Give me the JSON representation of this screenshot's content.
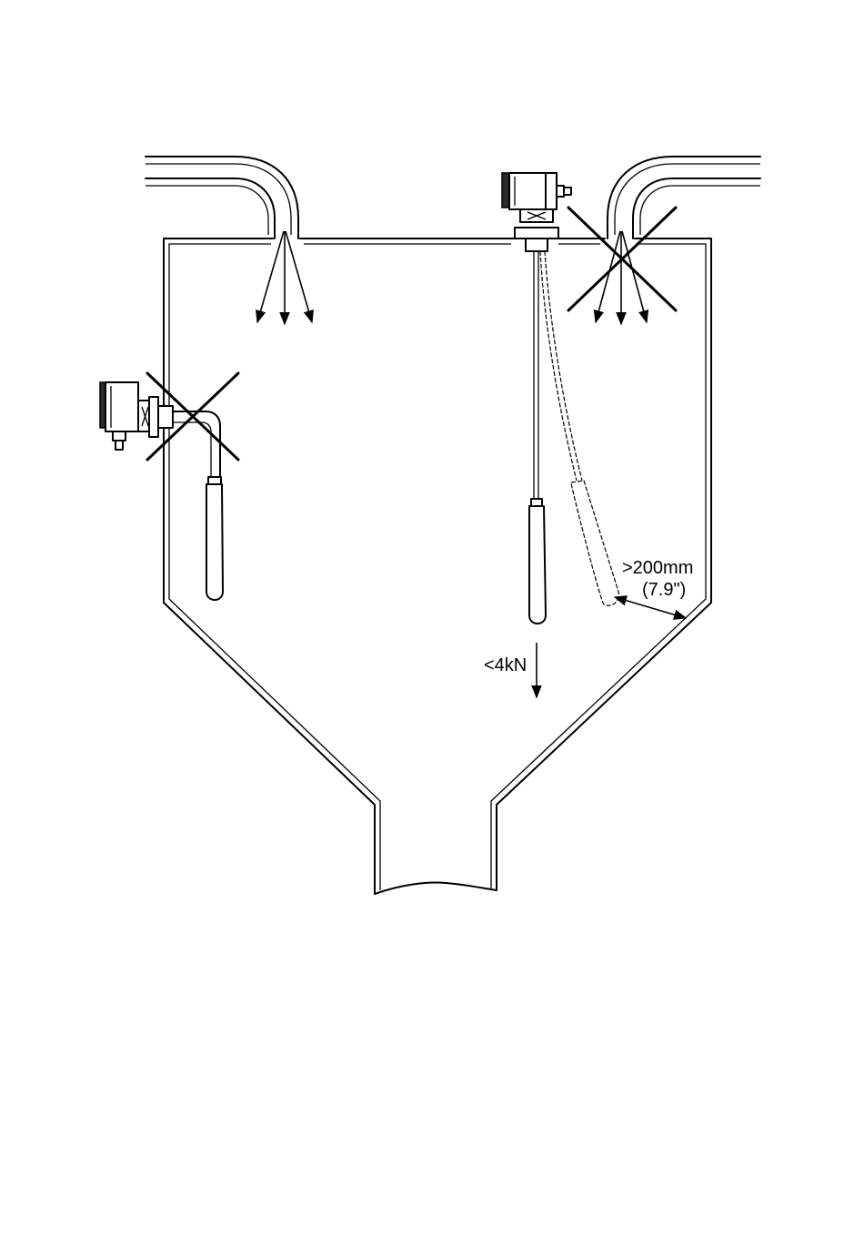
{
  "labels": {
    "clearance_value": ">200mm",
    "clearance_imperial": "(7.9\")",
    "max_load": "<4kN"
  }
}
